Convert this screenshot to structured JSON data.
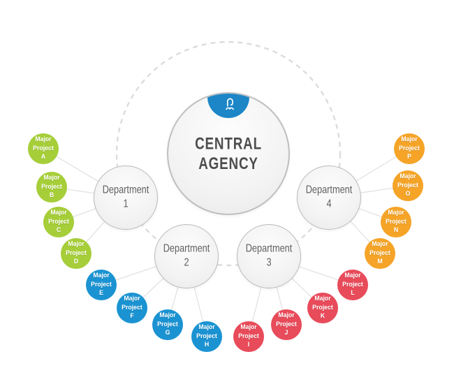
{
  "diagram": {
    "title": "CENTRAL AGENCY",
    "center_icon": "person-icon",
    "departments": [
      {
        "label": "Department 1",
        "color": "#a6ce39",
        "projects": [
          "Major Project A",
          "Major Project B",
          "Major Project C",
          "Major Project D"
        ]
      },
      {
        "label": "Department 2",
        "color": "#1b93d2",
        "projects": [
          "Major Project E",
          "Major Project F",
          "Major Project G",
          "Major Project H"
        ]
      },
      {
        "label": "Department 3",
        "color": "#e84b5a",
        "projects": [
          "Major Project I",
          "Major Project J",
          "Major Project K",
          "Major Project L"
        ]
      },
      {
        "label": "Department 4",
        "color": "#f5a428",
        "projects": [
          "Major Project M",
          "Major Project N",
          "Major Project O",
          "Major Project P"
        ]
      }
    ]
  },
  "colors": {
    "dept1": "#a6ce39",
    "dept2": "#1b93d2",
    "dept3": "#e84b5a",
    "dept4": "#f5a428",
    "badge": "#1c86c7",
    "ring": "#dcdcdc",
    "connector": "#e2e2e2",
    "title_text": "#4d4d4d",
    "department_text": "#606060"
  }
}
